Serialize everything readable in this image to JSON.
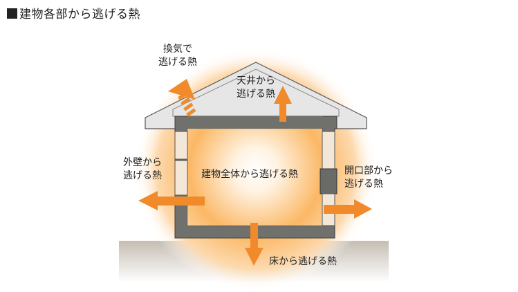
{
  "title": "建物各部から逃げる熱",
  "labels": {
    "ventilation": [
      "換気で",
      "逃げる熱"
    ],
    "ceiling": [
      "天井から",
      "逃げる熱"
    ],
    "wall": [
      "外壁から",
      "逃げる熱"
    ],
    "opening": [
      "開口部から",
      "逃げる熱"
    ],
    "whole": "建物全体から逃げる熱",
    "floor": "床から逃げる熱"
  },
  "colors": {
    "arrow": "#f08a2a",
    "glow_core": "#ffffff",
    "glow_mid": "#fbb865",
    "wall_gray": "#6f706b",
    "roof_fill": "#e4e4e4",
    "ground": "#c8c0b4"
  }
}
